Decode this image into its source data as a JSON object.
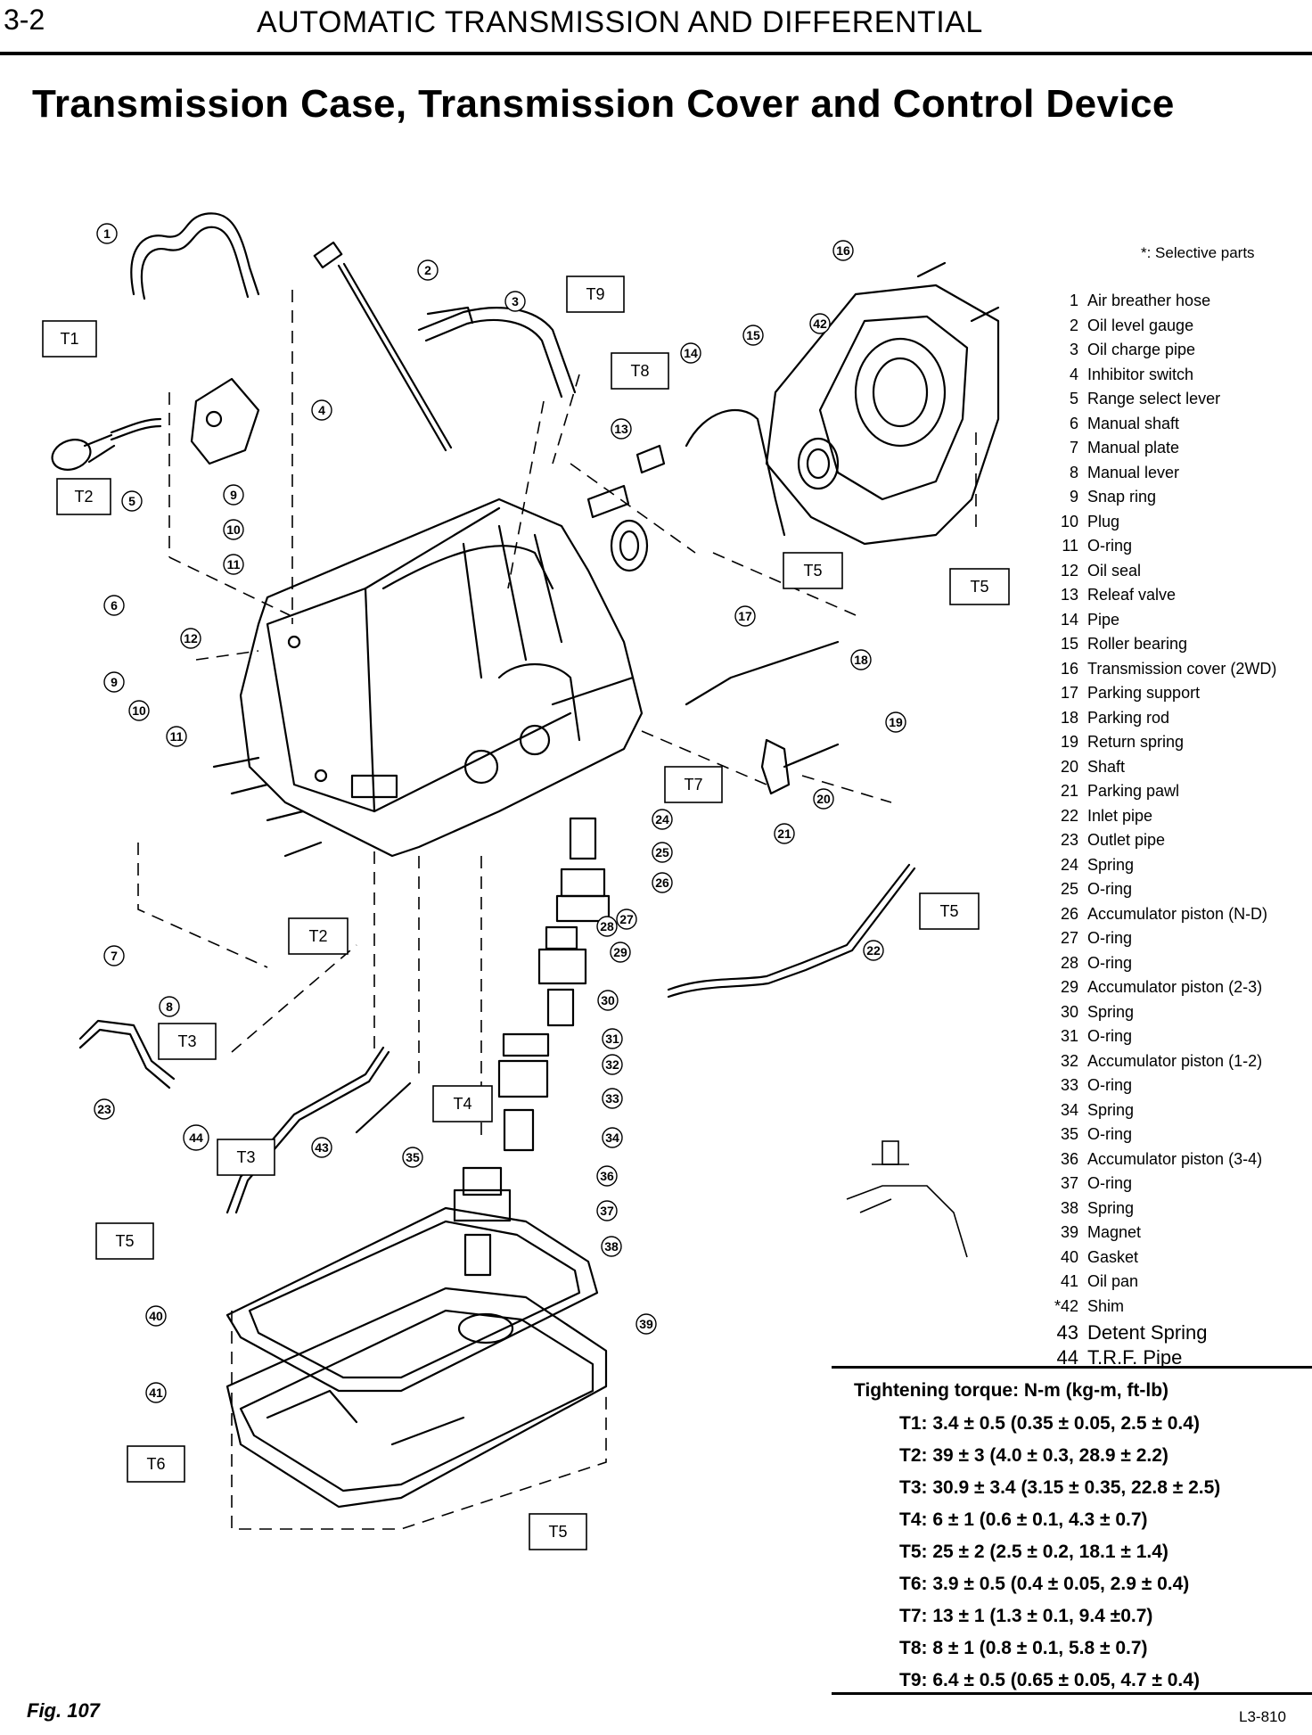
{
  "header": {
    "page_number": "3-2",
    "section_title": "AUTOMATIC TRANSMISSION AND DIFFERENTIAL"
  },
  "title": "Transmission Case, Transmission Cover and Control Device",
  "selective_note": "*: Selective parts",
  "parts": [
    {
      "num": "1",
      "name": "Air breather hose"
    },
    {
      "num": "2",
      "name": "Oil level gauge"
    },
    {
      "num": "3",
      "name": "Oil charge pipe"
    },
    {
      "num": "4",
      "name": "Inhibitor switch"
    },
    {
      "num": "5",
      "name": "Range select lever"
    },
    {
      "num": "6",
      "name": "Manual shaft"
    },
    {
      "num": "7",
      "name": "Manual plate"
    },
    {
      "num": "8",
      "name": "Manual lever"
    },
    {
      "num": "9",
      "name": "Snap ring"
    },
    {
      "num": "10",
      "name": "Plug"
    },
    {
      "num": "11",
      "name": "O-ring"
    },
    {
      "num": "12",
      "name": "Oil seal"
    },
    {
      "num": "13",
      "name": "Releaf valve"
    },
    {
      "num": "14",
      "name": "Pipe"
    },
    {
      "num": "15",
      "name": "Roller bearing"
    },
    {
      "num": "16",
      "name": "Transmission cover (2WD)"
    },
    {
      "num": "17",
      "name": "Parking support"
    },
    {
      "num": "18",
      "name": "Parking rod"
    },
    {
      "num": "19",
      "name": "Return spring"
    },
    {
      "num": "20",
      "name": "Shaft"
    },
    {
      "num": "21",
      "name": "Parking pawl"
    },
    {
      "num": "22",
      "name": "Inlet pipe"
    },
    {
      "num": "23",
      "name": "Outlet pipe"
    },
    {
      "num": "24",
      "name": "Spring"
    },
    {
      "num": "25",
      "name": "O-ring"
    },
    {
      "num": "26",
      "name": "Accumulator piston (N-D)"
    },
    {
      "num": "27",
      "name": "O-ring"
    },
    {
      "num": "28",
      "name": "O-ring"
    },
    {
      "num": "29",
      "name": "Accumulator piston (2-3)"
    },
    {
      "num": "30",
      "name": "Spring"
    },
    {
      "num": "31",
      "name": "O-ring"
    },
    {
      "num": "32",
      "name": "Accumulator piston (1-2)"
    },
    {
      "num": "33",
      "name": "O-ring"
    },
    {
      "num": "34",
      "name": "Spring"
    },
    {
      "num": "35",
      "name": "O-ring"
    },
    {
      "num": "36",
      "name": "Accumulator piston (3-4)"
    },
    {
      "num": "37",
      "name": "O-ring"
    },
    {
      "num": "38",
      "name": "Spring"
    },
    {
      "num": "39",
      "name": "Magnet"
    },
    {
      "num": "40",
      "name": "Gasket"
    },
    {
      "num": "41",
      "name": "Oil pan"
    },
    {
      "num": "*42",
      "name": "Shim"
    },
    {
      "num": "43",
      "name": "Detent Spring"
    },
    {
      "num": "44",
      "name": "T.R.F. Pipe"
    }
  ],
  "torque": {
    "heading": "Tightening torque: N-m (kg-m, ft-lb)",
    "items": [
      {
        "code": "T1:",
        "value": "3.4 ± 0.5 (0.35 ± 0.05, 2.5 ± 0.4)"
      },
      {
        "code": "T2:",
        "value": "39  ± 3 (4.0 ± 0.3, 28.9 ± 2.2)"
      },
      {
        "code": "T3:",
        "value": "30.9 ± 3.4 (3.15 ± 0.35, 22.8 ± 2.5)"
      },
      {
        "code": "T4:",
        "value": "6 ± 1 (0.6 ± 0.1, 4.3 ± 0.7)"
      },
      {
        "code": "T5:",
        "value": "25 ± 2 (2.5 ± 0.2, 18.1 ± 1.4)"
      },
      {
        "code": "T6:",
        "value": "3.9 ± 0.5 (0.4 ± 0.05, 2.9 ± 0.4)"
      },
      {
        "code": "T7:",
        "value": "13 ± 1 (1.3 ± 0.1, 9.4 ±0.7)"
      },
      {
        "code": "T8:",
        "value": "8 ± 1 (0.8 ± 0.1, 5.8  ± 0.7)"
      },
      {
        "code": "T9:",
        "value": "6.4 ± 0.5 (0.65 ± 0.05, 4.7 ± 0.4)"
      }
    ]
  },
  "torque_boxes": [
    "T1",
    "T2",
    "T2",
    "T3",
    "T3",
    "T4",
    "T5",
    "T5",
    "T5",
    "T5",
    "T5",
    "T6",
    "T7",
    "T8",
    "T9"
  ],
  "callouts": [
    "1",
    "2",
    "3",
    "4",
    "5",
    "6",
    "7",
    "8",
    "9",
    "10",
    "11",
    "12",
    "9",
    "10",
    "11",
    "13",
    "14",
    "15",
    "16",
    "17",
    "18",
    "19",
    "20",
    "21",
    "22",
    "23",
    "24",
    "25",
    "26",
    "27",
    "28",
    "29",
    "30",
    "31",
    "32",
    "33",
    "34",
    "35",
    "36",
    "37",
    "38",
    "39",
    "40",
    "41",
    "42",
    "43",
    "44"
  ],
  "footer": {
    "figure": "Fig. 107",
    "code": "L3-810"
  }
}
